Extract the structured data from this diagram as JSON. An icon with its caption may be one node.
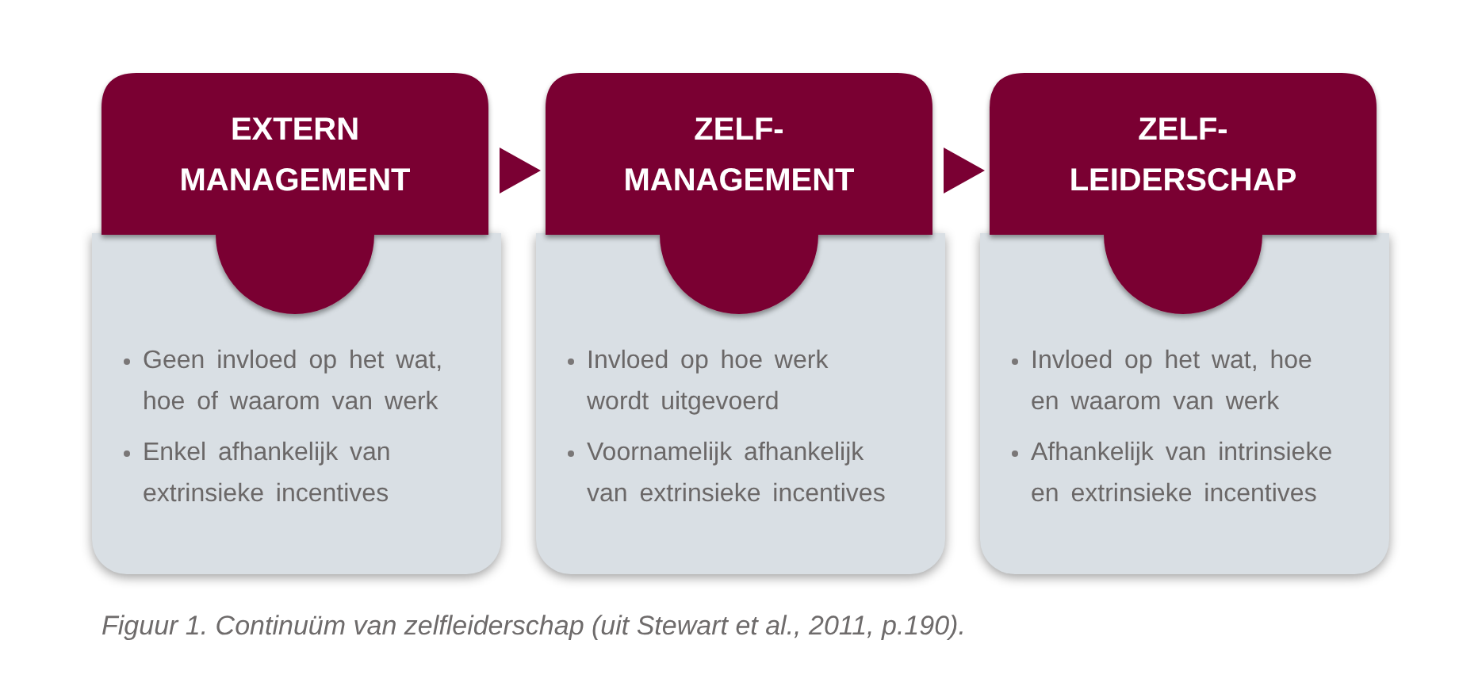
{
  "diagram": {
    "caption": "Figuur 1. Continuüm van zelfleiderschap (uit Stewart et al., 2011, p.190).",
    "nodes": [
      {
        "text": [
          "EXTERN MANAGEMENT"
        ]
      },
      {
        "text": [
          "Geen invloed op het wat, hoe of waarom van werk",
          "Enkel afhankelijk van extrinsieke incentives"
        ]
      },
      {
        "text": [
          "ZELF- MANAGEMENT"
        ]
      },
      {
        "text": [
          "Invloed op hoe werk wordt uitgevoerd",
          "Voornamelijk afhankelijk van extrinsieke incentives"
        ]
      },
      {
        "text": [
          "ZELF- LEIDERSCHAP"
        ]
      },
      {
        "text": [
          "Invloed op het wat, hoe en waarom van werk",
          "Afhankelijk van intrinsieke en extrinsieke incentives"
        ]
      }
    ],
    "edges": [
      {
        "from": 0,
        "to": 2,
        "arrow": "to"
      },
      {
        "from": 2,
        "to": 4,
        "arrow": "to"
      }
    ]
  }
}
